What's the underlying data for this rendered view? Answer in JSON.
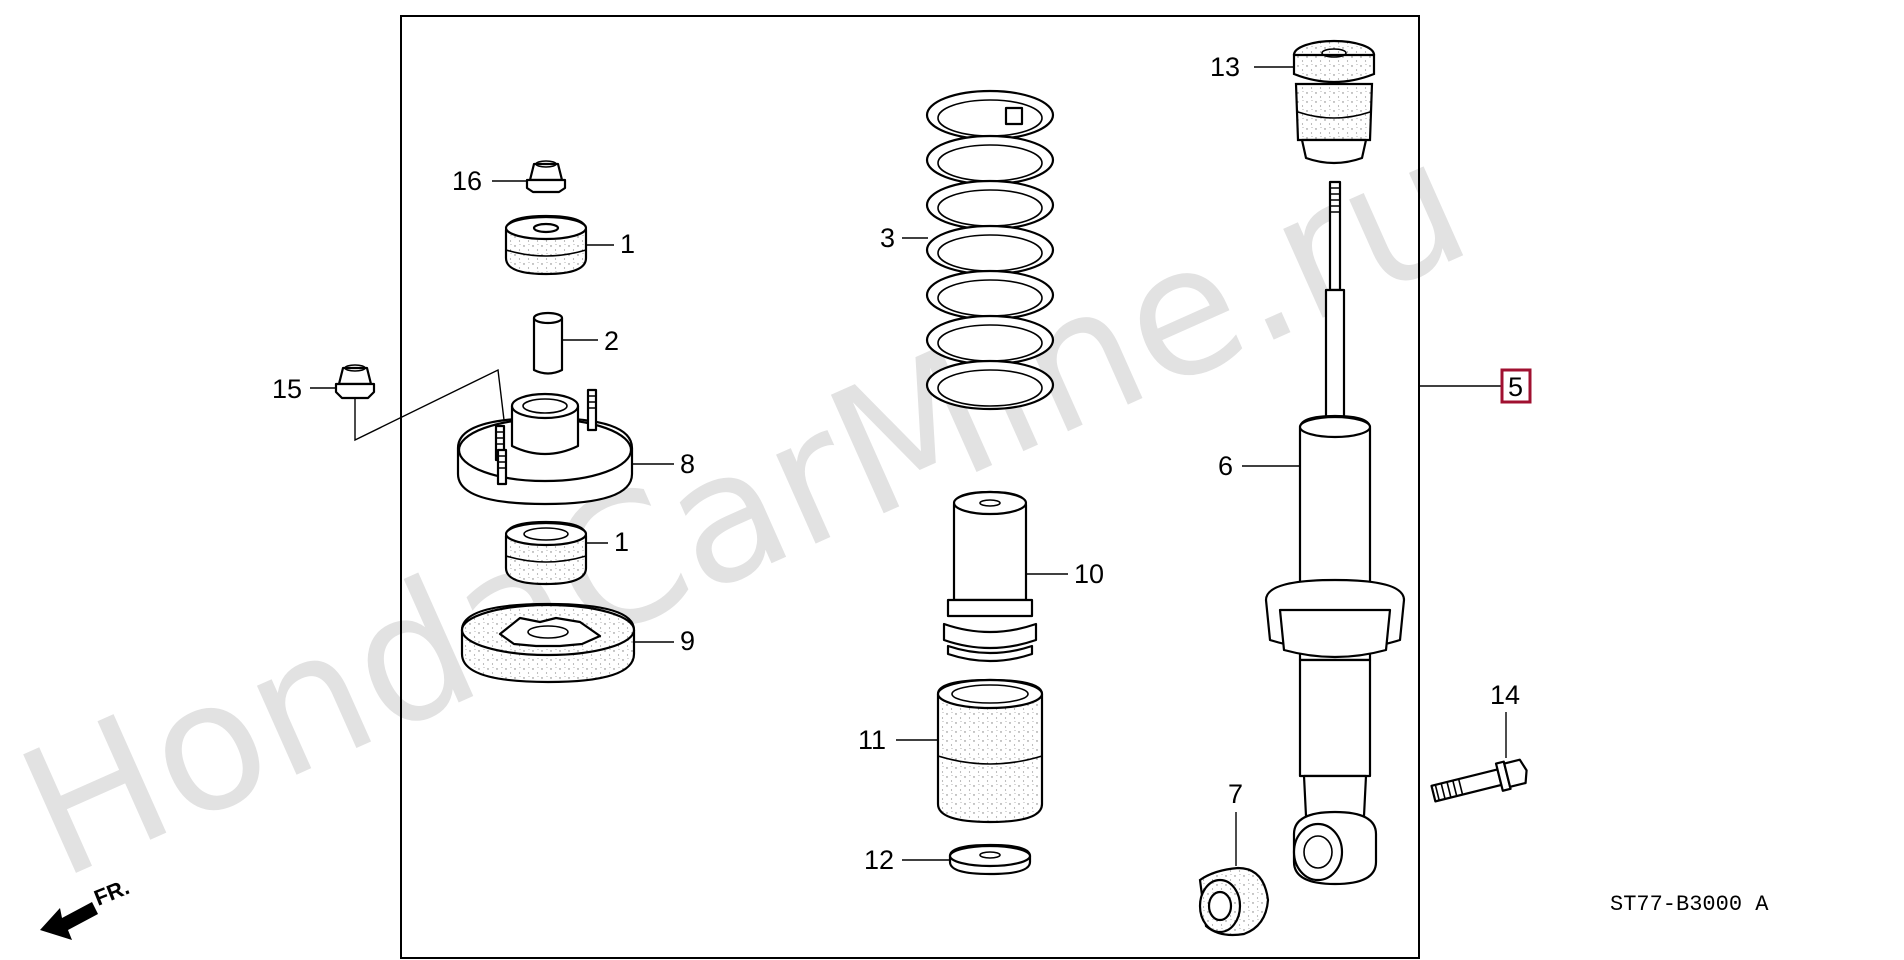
{
  "watermark": "HondaCarMine.ru",
  "diagram_code": "ST77-B3000 A",
  "direction_label": "FR.",
  "highlight_color": "#a01030",
  "callouts": {
    "c16": "16",
    "c1_upper": "1",
    "c2": "2",
    "c15": "15",
    "c8": "8",
    "c1_lower": "1",
    "c9": "9",
    "c3": "3",
    "c10": "10",
    "c11": "11",
    "c12": "12",
    "c13": "13",
    "c5": "5",
    "c6": "6",
    "c14": "14",
    "c7": "7"
  }
}
